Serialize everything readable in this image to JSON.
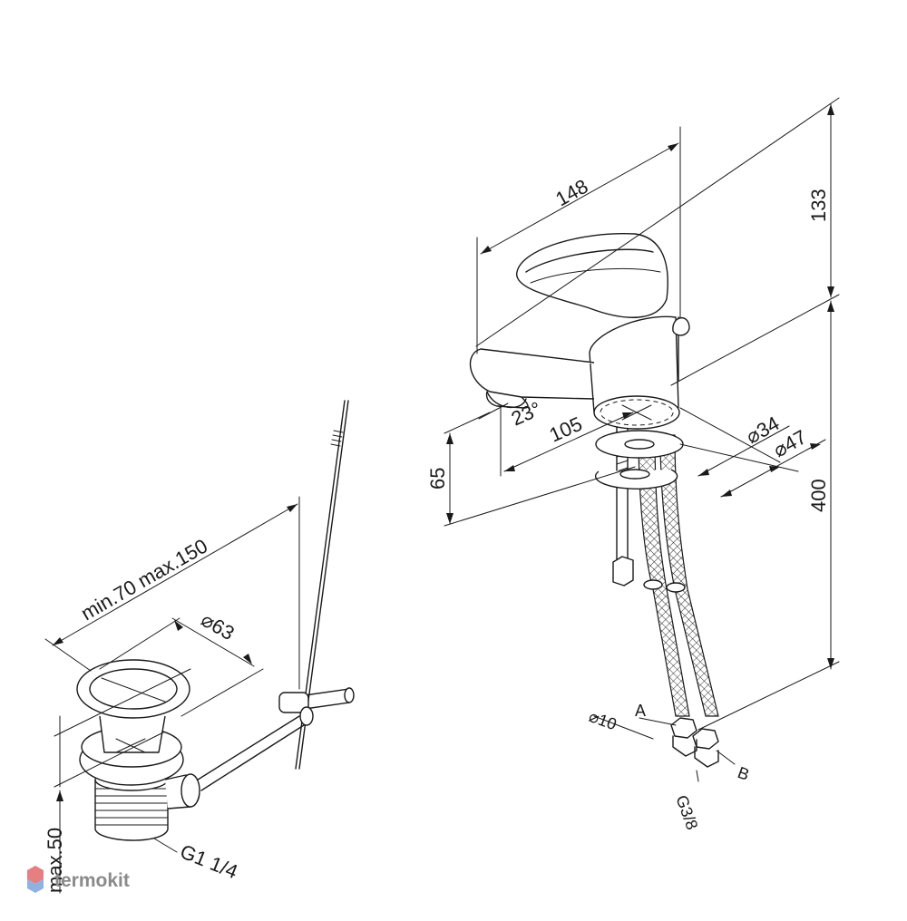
{
  "faucet": {
    "dim_length": "148",
    "dim_height_top": "133",
    "dim_height_total": "400",
    "dim_spout_reach": "105",
    "dim_spout_height": "65",
    "dim_angle": "23°",
    "dim_hole": "⌀34",
    "dim_base": "⌀47",
    "dim_pipe": "⌀10",
    "label_a": "A",
    "label_b": "B",
    "thread": "G3/8"
  },
  "drain": {
    "dim_rod_length": "min.70 max.150",
    "dim_diameter": "⌀63",
    "dim_max_height": "max.50",
    "thread": "G1 1/4"
  },
  "watermark": {
    "text": "termokit"
  }
}
